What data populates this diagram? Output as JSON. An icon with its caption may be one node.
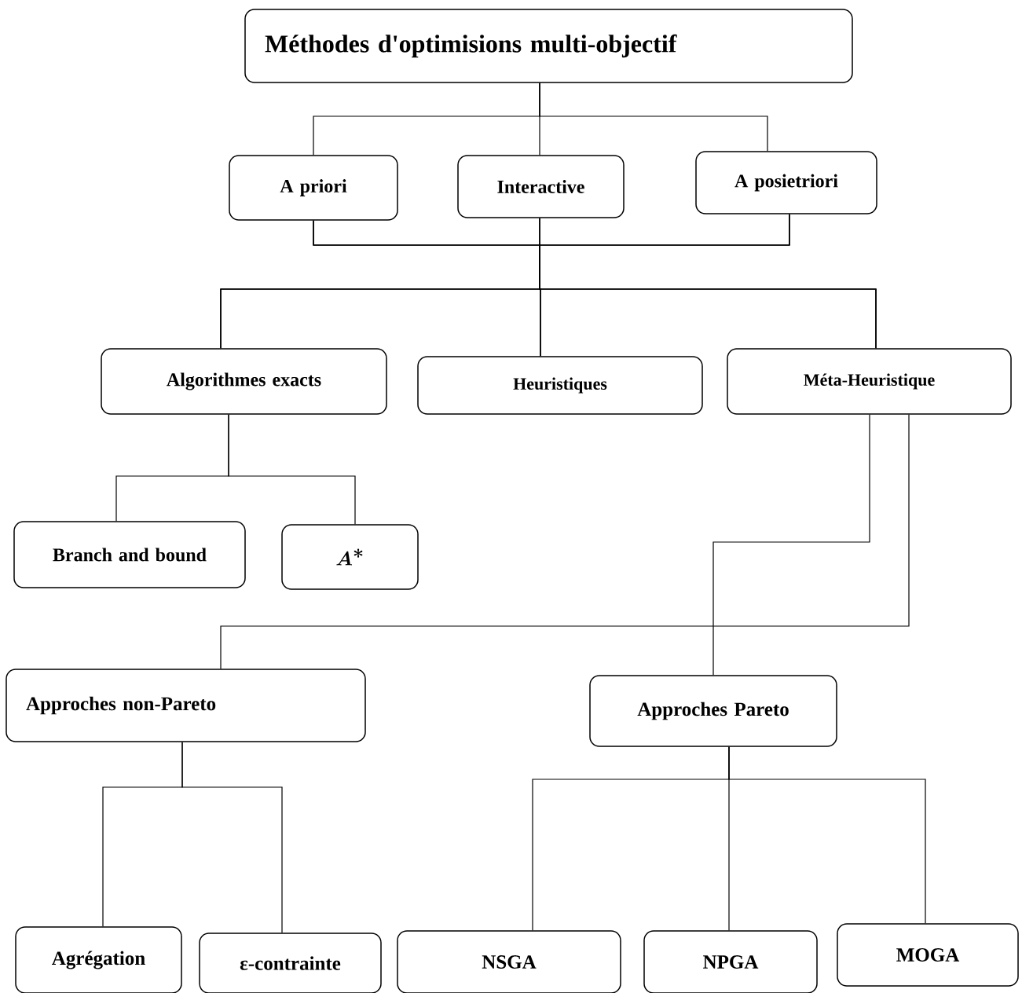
{
  "diagram": {
    "nodes": [
      {
        "text": [
          "Méthodes d'optimisions multi-objectif"
        ]
      },
      {
        "text": [
          "A priori"
        ]
      },
      {
        "text": [
          "Interactive"
        ]
      },
      {
        "text": [
          "A posietriori"
        ]
      },
      {
        "text": [
          "Algorithmes exacts"
        ]
      },
      {
        "text": [
          "Heuristiques"
        ]
      },
      {
        "text": [
          "Méta-Heuristique"
        ]
      },
      {
        "text": [
          "Branch and bound"
        ]
      },
      {
        "text": [
          "\\boldsymbol{A}^{*}"
        ]
      },
      {
        "text": [
          "Approches non-Pareto"
        ]
      },
      {
        "text": [
          "Approches Pareto"
        ]
      },
      {
        "text": [
          "Agrégation"
        ]
      },
      {
        "text": [
          "ε-contrainte"
        ]
      },
      {
        "text": [
          "NSGA"
        ]
      },
      {
        "text": [
          "NPGA"
        ]
      },
      {
        "text": [
          "MOGA"
        ]
      }
    ],
    "edges": [
      {
        "from": 0,
        "to": 1,
        "arrow": "none"
      },
      {
        "from": 0,
        "to": 2,
        "arrow": "none"
      },
      {
        "from": 0,
        "to": 3,
        "arrow": "none"
      },
      {
        "from": 1,
        "to": 4,
        "arrow": "none"
      },
      {
        "from": 1,
        "to": 5,
        "arrow": "none"
      },
      {
        "from": 1,
        "to": 6,
        "arrow": "none"
      },
      {
        "from": 2,
        "to": 4,
        "arrow": "none"
      },
      {
        "from": 2,
        "to": 5,
        "arrow": "none"
      },
      {
        "from": 2,
        "to": 6,
        "arrow": "none"
      },
      {
        "from": 3,
        "to": 4,
        "arrow": "none"
      },
      {
        "from": 3,
        "to": 5,
        "arrow": "none"
      },
      {
        "from": 3,
        "to": 6,
        "arrow": "none"
      },
      {
        "from": 4,
        "to": 7,
        "arrow": "none"
      },
      {
        "from": 4,
        "to": 8,
        "arrow": "none"
      },
      {
        "from": 6,
        "to": 10,
        "arrow": "none"
      },
      {
        "from": 6,
        "to": 9,
        "arrow": "none"
      },
      {
        "from": 9,
        "to": 11,
        "arrow": "none"
      },
      {
        "from": 9,
        "to": 12,
        "arrow": "none"
      },
      {
        "from": 10,
        "to": 13,
        "arrow": "none"
      },
      {
        "from": 10,
        "to": 14,
        "arrow": "none"
      },
      {
        "from": 10,
        "to": 15,
        "arrow": "none"
      }
    ]
  }
}
